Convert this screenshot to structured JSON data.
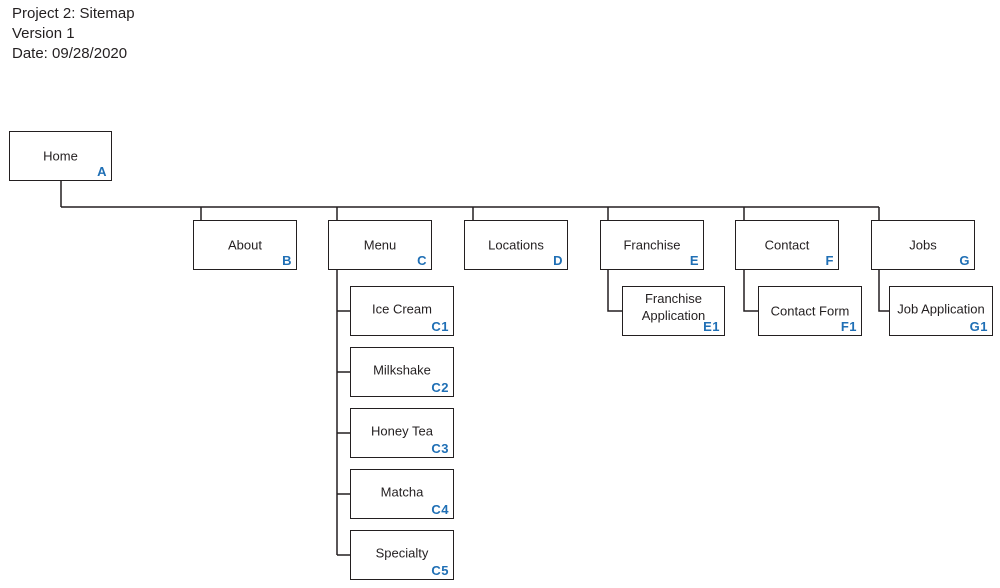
{
  "header": {
    "line1": "Project 2: Sitemap",
    "line2": "Version 1",
    "line3": "Date: 09/28/2020"
  },
  "colors": {
    "code": "#1f6fb5",
    "line": "#231f20"
  },
  "nodes": {
    "home": {
      "label": "Home",
      "code": "A"
    },
    "about": {
      "label": "About",
      "code": "B"
    },
    "menu": {
      "label": "Menu",
      "code": "C"
    },
    "locations": {
      "label": "Locations",
      "code": "D"
    },
    "franchise": {
      "label": "Franchise",
      "code": "E"
    },
    "contact": {
      "label": "Contact",
      "code": "F"
    },
    "jobs": {
      "label": "Jobs",
      "code": "G"
    },
    "ice_cream": {
      "label": "Ice Cream",
      "code": "C1"
    },
    "milkshake": {
      "label": "Milkshake",
      "code": "C2"
    },
    "honey_tea": {
      "label": "Honey Tea",
      "code": "C3"
    },
    "matcha": {
      "label": "Matcha",
      "code": "C4"
    },
    "specialty": {
      "label": "Specialty",
      "code": "C5"
    },
    "franchise_application": {
      "label_line1": "Franchise",
      "label_line2": "Application",
      "code": "E1"
    },
    "contact_form": {
      "label": "Contact Form",
      "code": "F1"
    },
    "job_application": {
      "label": "Job Application",
      "code": "G1"
    }
  }
}
